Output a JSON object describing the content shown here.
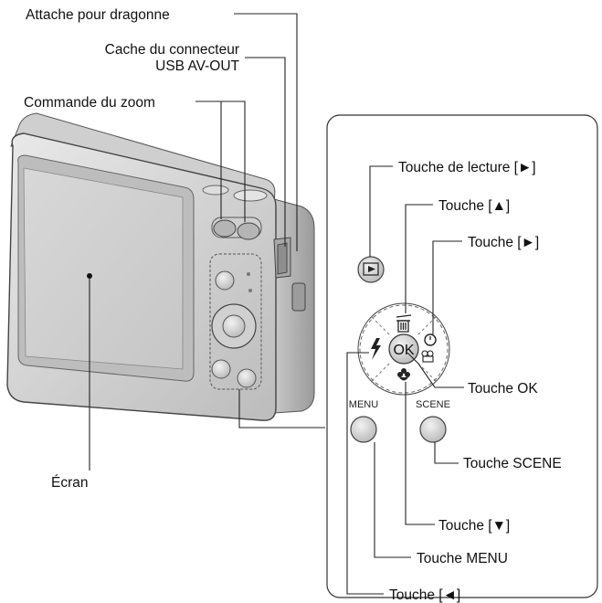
{
  "labels": {
    "strap": "Attache pour dragonne",
    "usb_cover_line1": "Cache du connecteur",
    "usb_cover_line2": "USB AV-OUT",
    "zoom": "Commande du zoom",
    "screen": "Écran",
    "playback": "Touche de lecture [►]",
    "up": "Touche [▲]",
    "right": "Touche [►]",
    "ok": "Touche OK",
    "scene": "Touche SCENE",
    "down": "Touche [▼]",
    "menu": "Touche MENU",
    "left": "Touche [◄]"
  },
  "buttons": {
    "ok_text": "OK",
    "menu_text": "MENU",
    "scene_text": "SCENE"
  },
  "icons": {
    "playback": "playback-icon",
    "flash": "flash-icon",
    "delete": "trash-icon",
    "timer": "self-timer-icon",
    "macro": "macro-flower-icon",
    "movie": "movie-camera-icon"
  }
}
